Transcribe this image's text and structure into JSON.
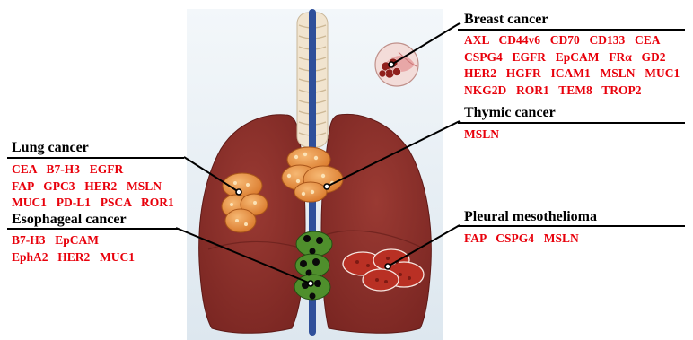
{
  "colors": {
    "marker_text": "#e8000b",
    "lung": "#8b2f2a",
    "lung_shadow": "#6a1e1b",
    "background_panel": "#e2ebf1",
    "tumor_orange": "#e9903f",
    "tumor_green": "#4f8f2c",
    "tumor_red": "#b93024",
    "trachea": "#f1e4cf",
    "esophagus": "#2f4f9a"
  },
  "diagram": {
    "breast": {
      "title": "Breast cancer",
      "markers": [
        "AXL",
        "CD44v6",
        "CD70",
        "CD133",
        "CEA",
        "CSPG4",
        "EGFR",
        "EpCAM",
        "FRα",
        "GD2",
        "HER2",
        "HGFR",
        "ICAM1",
        "MSLN",
        "MUC1",
        "NKG2D",
        "ROR1",
        "TEM8",
        "TROP2"
      ],
      "lines": [
        "AXL  CD44v6  CD70  CD133  CEA",
        "CSPG4  EGFR  EpCAM  FRα  GD2",
        "HER2  HGFR  ICAM1  MSLN  MUC1",
        "NKG2D  ROR1  TEM8  TROP2"
      ]
    },
    "thymic": {
      "title": "Thymic cancer",
      "markers": [
        "MSLN"
      ],
      "lines": [
        "MSLN"
      ]
    },
    "lung": {
      "title": "Lung cancer",
      "markers": [
        "CEA",
        "B7-H3",
        "EGFR",
        "FAP",
        "GPC3",
        "HER2",
        "MSLN",
        "MUC1",
        "PD-L1",
        "PSCA",
        "ROR1"
      ],
      "lines": [
        "CEA  B7-H3  EGFR",
        "FAP  GPC3  HER2  MSLN",
        "MUC1  PD-L1  PSCA  ROR1"
      ]
    },
    "esophageal": {
      "title": "Esophageal cancer",
      "markers": [
        "B7-H3",
        "EpCAM",
        "EphA2",
        "HER2",
        "MUC1"
      ],
      "lines": [
        "B7-H3  EpCAM",
        "EphA2  HER2  MUC1"
      ]
    },
    "pleural": {
      "title": "Pleural mesothelioma",
      "markers": [
        "FAP",
        "CSPG4",
        "MSLN"
      ],
      "lines": [
        "FAP  CSPG4  MSLN"
      ]
    }
  }
}
